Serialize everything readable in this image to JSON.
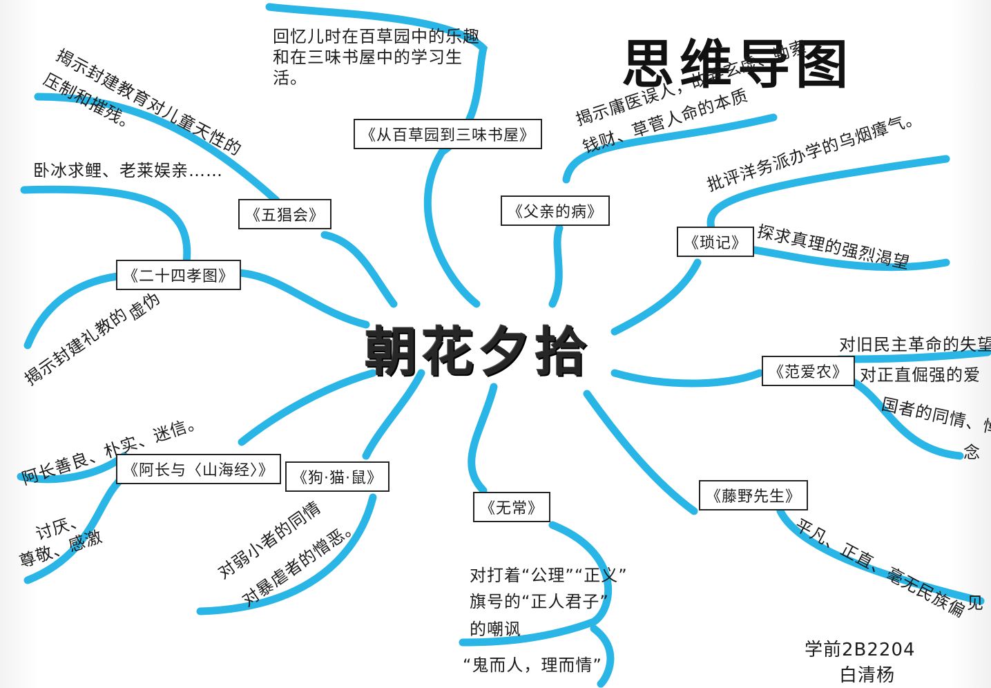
{
  "title": "思维导图",
  "center": "朝花夕拾",
  "branches": {
    "baicao": {
      "label": "《从百草园到三味书屋》",
      "note": "回忆儿时在百草园中的乐趣和在三味书屋中的学习生活。"
    },
    "wuchang_hui": {
      "label": "《五猖会》",
      "note1": "揭示封建教育对儿童天性的",
      "note2": "压制和摧残。"
    },
    "ershisi": {
      "label": "《二十四孝图》",
      "note1": "卧冰求鲤、老莱娱亲……",
      "note2": "揭示封建礼教的",
      "note3": "虚伪"
    },
    "changmama": {
      "label": "《阿长与〈山海经〉》",
      "note1": "阿长善良、朴实、迷信。",
      "note2": "讨厌、",
      "note3": "尊敬、感激"
    },
    "gou": {
      "label": "《狗·猫·鼠》",
      "note1": "对弱小者的同情",
      "note2": "对暴虐者的憎恶。"
    },
    "wuchang": {
      "label": "《无常》",
      "note1": "对打着“公理”“正义”",
      "note2": "旗号的“正人君子”",
      "note3": "的嘲讽",
      "note4": "“鬼而人，理而情”"
    },
    "fuqin": {
      "label": "《父亲的病》",
      "note1": "揭示庸医误人，故弄玄虚、勒索",
      "note2": "钱财、草菅人命的本质"
    },
    "suoji": {
      "label": "《琐记》",
      "note1": "批评洋务派办学的乌烟瘴气。",
      "note2": "探求真理的强烈渴望"
    },
    "fanainong": {
      "label": "《范爱农》",
      "note1": "对旧民主革命的失望",
      "note2": "对正直倔强的爱",
      "note3": "国者的同情、悼",
      "note4": "念"
    },
    "tengye": {
      "label": "《藤野先生》",
      "note1": "平凡、正直、毫无民族偏",
      "note2": "见"
    }
  },
  "signature": {
    "class": "学前2B2204",
    "name": "白清杨"
  },
  "colors": {
    "line": "#29b6e6",
    "ink": "#1b1b1b"
  }
}
